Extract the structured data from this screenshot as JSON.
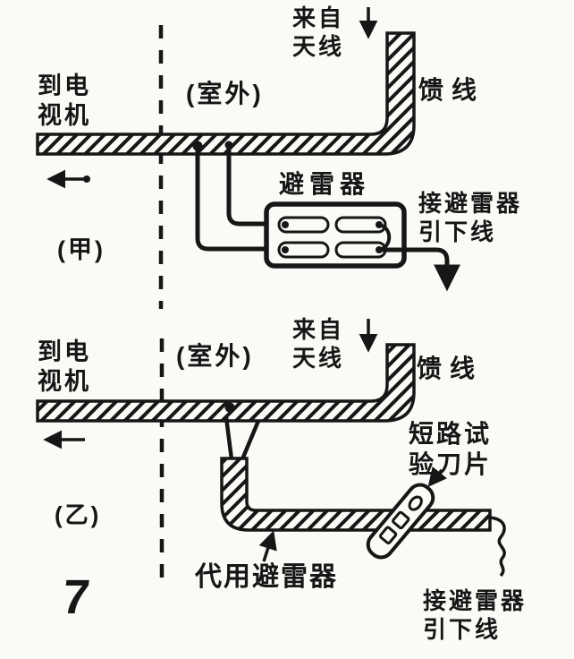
{
  "colors": {
    "ink": "#161616",
    "paper": "#fbfaf6"
  },
  "figure_number": "7",
  "panel_a": {
    "name_label": "(甲)",
    "to_tv": "到电\n视机",
    "outdoor": "(室外)",
    "from_antenna": "来自\n天线",
    "feeder": "馈线",
    "arrester": "避雷器",
    "downlead": "接避雷器\n引下线"
  },
  "panel_b": {
    "name_label": "(乙)",
    "to_tv": "到电\n视机",
    "outdoor": "(室外)",
    "from_antenna": "来自\n天线",
    "feeder": "馈线",
    "blade": "短路试\n验刀片",
    "substitute_arrester": "代用避雷器",
    "downlead": "接避雷器\n引下线"
  }
}
